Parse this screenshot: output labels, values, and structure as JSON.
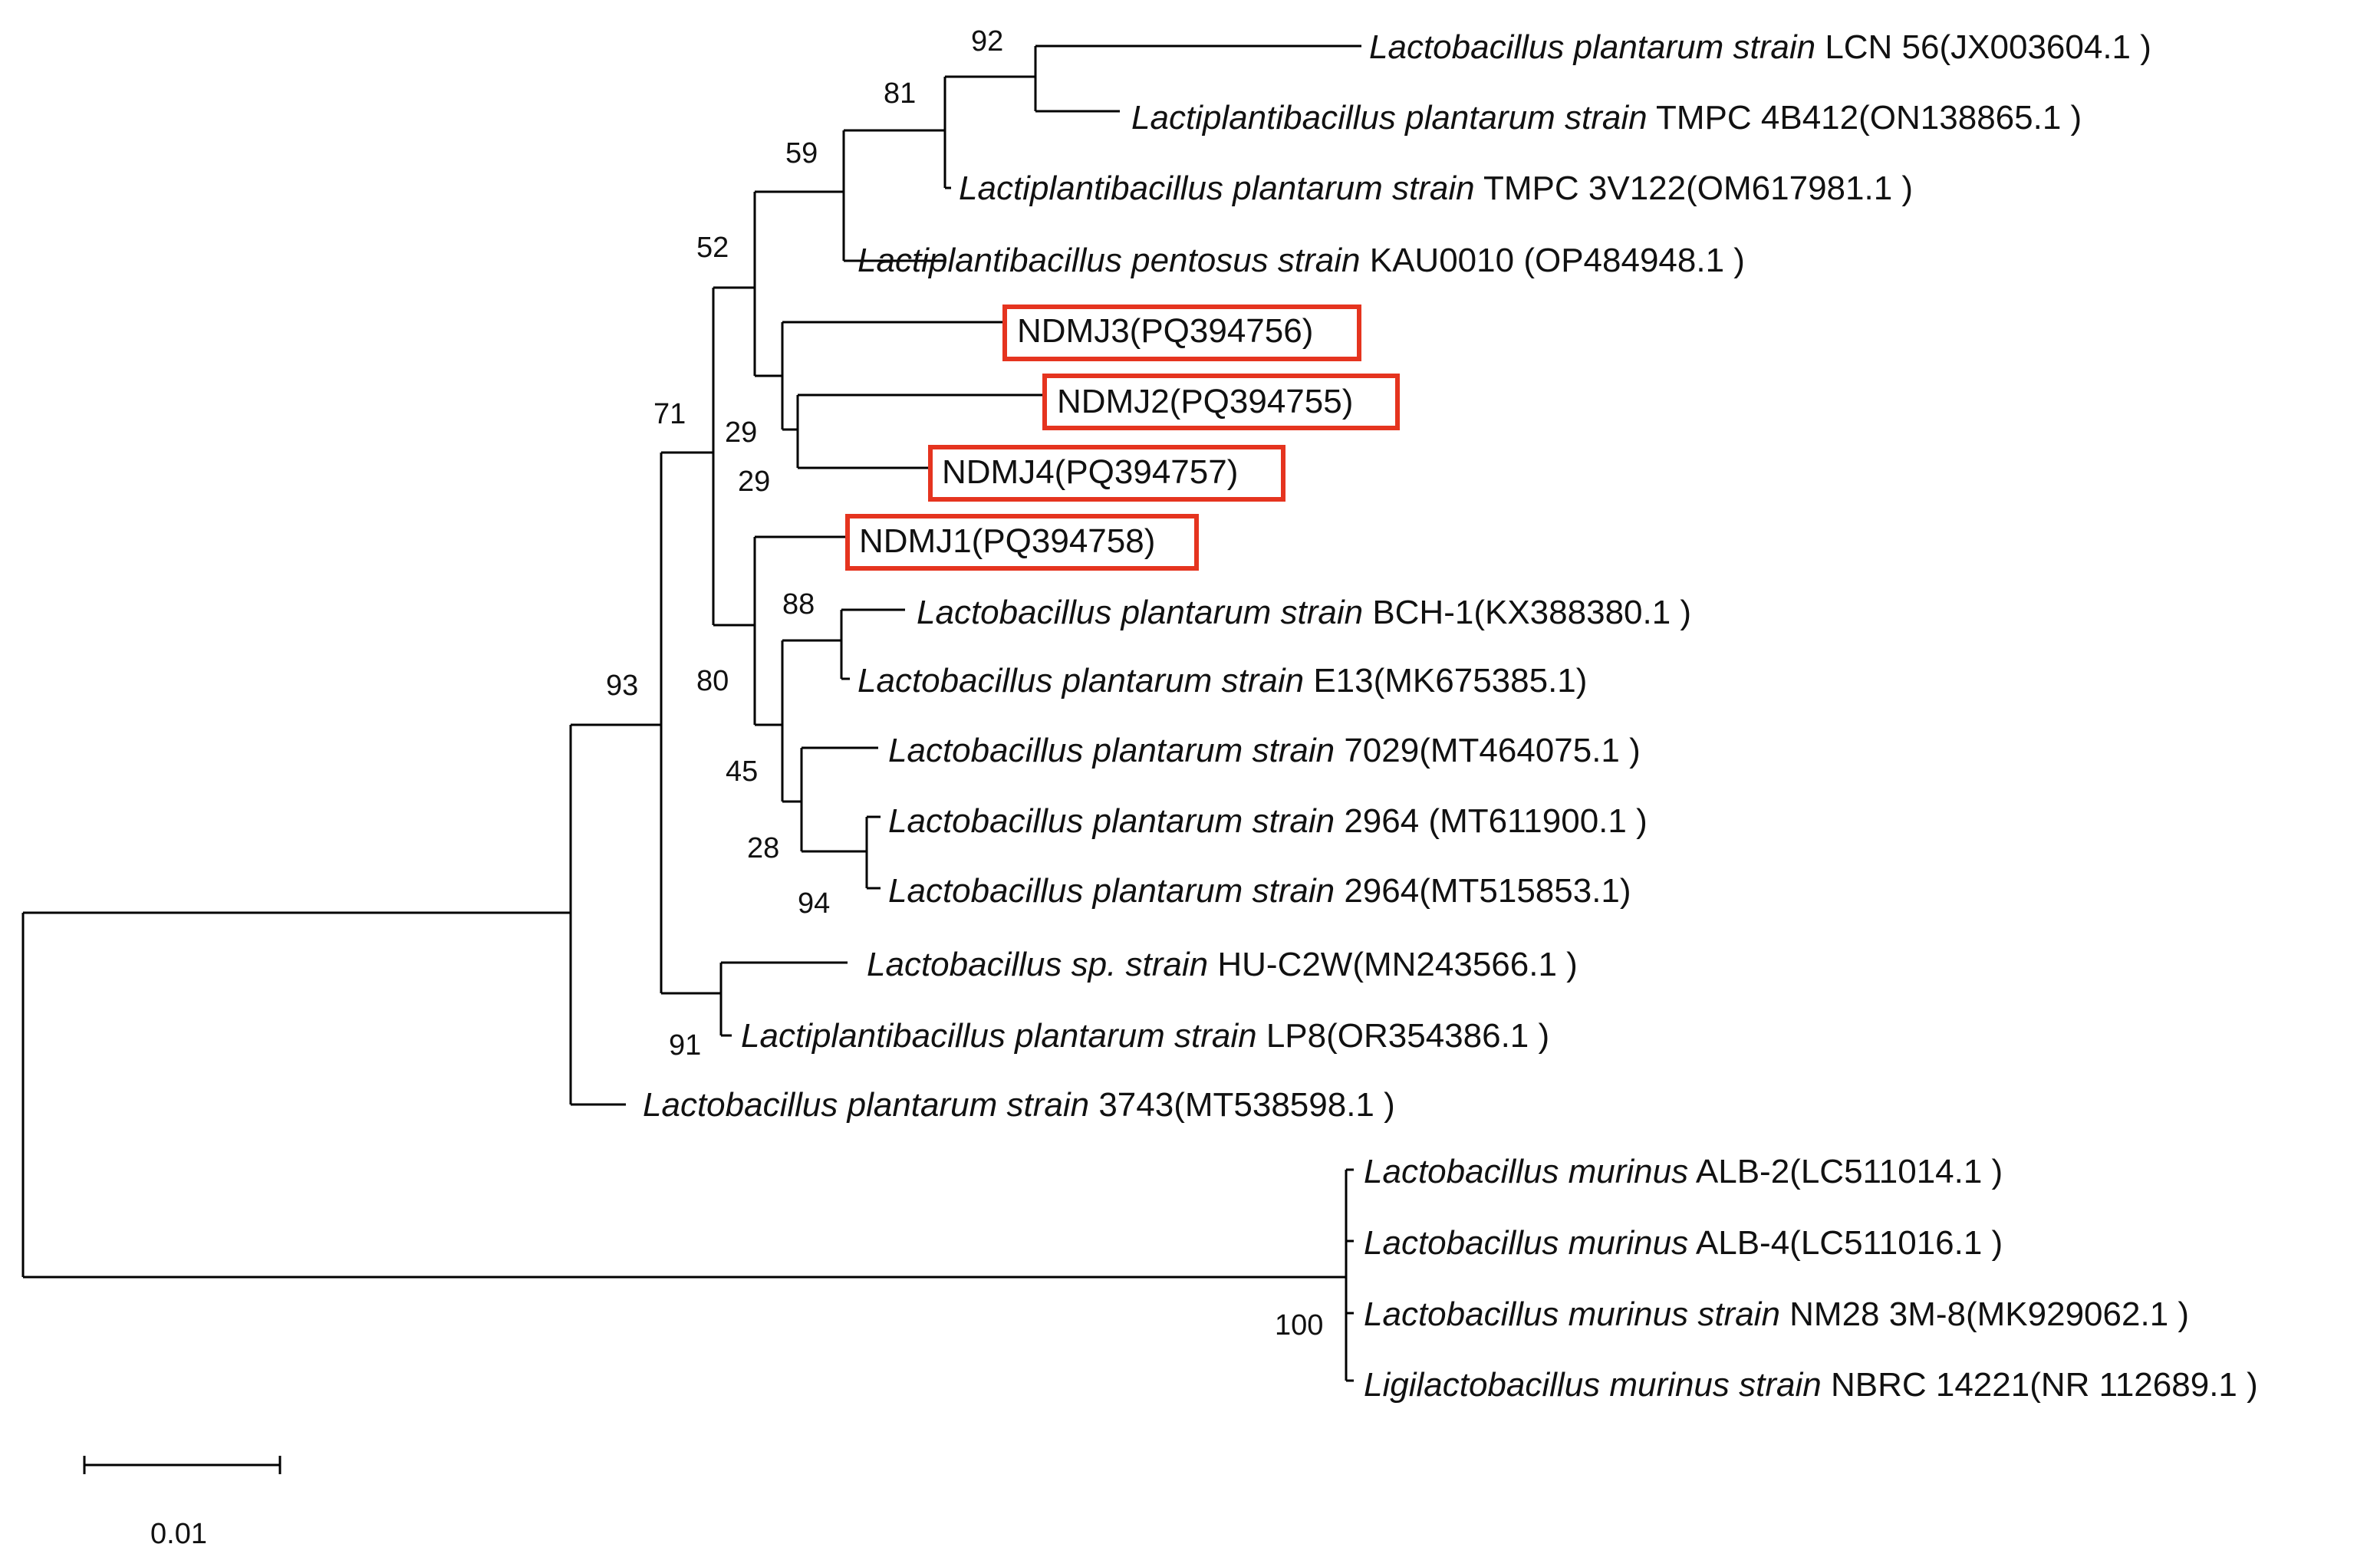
{
  "tree": {
    "leaves": [
      {
        "id": "L1",
        "name": "Lactobacillus plantarum strain",
        "code": "LCN 56(JX003604.1 )"
      },
      {
        "id": "L2",
        "name": "Lactiplantibacillus plantarum strain",
        "code": "TMPC 4B412(ON138865.1 )"
      },
      {
        "id": "L3",
        "name": "Lactiplantibacillus plantarum strain",
        "code": "TMPC 3V122(OM617981.1 )"
      },
      {
        "id": "L4",
        "name": "Lactiplantibacillus pentosus strain",
        "code": "KAU0010 (OP484948.1 )"
      },
      {
        "id": "N3",
        "name": "",
        "code": "NDMJ3(PQ394756)",
        "highlight": true
      },
      {
        "id": "N2",
        "name": "",
        "code": "NDMJ2(PQ394755)",
        "highlight": true
      },
      {
        "id": "N4",
        "name": "",
        "code": "NDMJ4(PQ394757)",
        "highlight": true
      },
      {
        "id": "N1",
        "name": "",
        "code": "NDMJ1(PQ394758)",
        "highlight": true
      },
      {
        "id": "L5",
        "name": "Lactobacillus plantarum strain",
        "code": "BCH-1(KX388380.1 )"
      },
      {
        "id": "L6",
        "name": "Lactobacillus plantarum strain",
        "code": "E13(MK675385.1)"
      },
      {
        "id": "L7",
        "name": "Lactobacillus plantarum strain",
        "code": "7029(MT464075.1 )"
      },
      {
        "id": "L8",
        "name": "Lactobacillus plantarum strain",
        "code": "2964 (MT611900.1 )"
      },
      {
        "id": "L9",
        "name": "Lactobacillus plantarum strain",
        "code": "2964(MT515853.1)"
      },
      {
        "id": "L10",
        "name": "Lactobacillus sp. strain",
        "code": "HU-C2W(MN243566.1 )"
      },
      {
        "id": "L11",
        "name": "Lactiplantibacillus plantarum strain",
        "code": "LP8(OR354386.1 )"
      },
      {
        "id": "L12",
        "name": "Lactobacillus plantarum strain",
        "code": "3743(MT538598.1 )"
      },
      {
        "id": "M1",
        "name": "Lactobacillus murinus",
        "code": "ALB-2(LC511014.1 )"
      },
      {
        "id": "M2",
        "name": "Lactobacillus murinus",
        "code": "ALB-4(LC511016.1 )"
      },
      {
        "id": "M3",
        "name": "Lactobacillus murinus strain",
        "code": "NM28 3M-8(MK929062.1 )"
      },
      {
        "id": "M4",
        "name": "Ligilactobacillus murinus strain",
        "code": "NBRC 14221(NR 112689.1 )"
      }
    ],
    "bootstrap_values": [
      "92",
      "81",
      "59",
      "52",
      "29",
      "29",
      "71",
      "88",
      "80",
      "45",
      "28",
      "94",
      "93",
      "91",
      "100"
    ],
    "highlight_color": "#e5341f",
    "scale_bar_label": "0.01"
  }
}
